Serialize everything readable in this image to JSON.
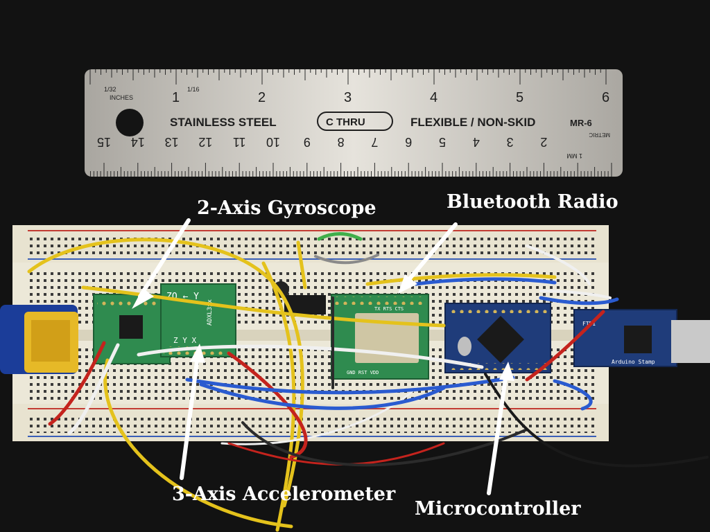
{
  "labels": {
    "gyroscope": "2-Axis Gyroscope",
    "bluetooth": "Bluetooth Radio",
    "accelerometer": "3-Axis Accelerometer",
    "microcontroller": "Microcontroller"
  },
  "ruler": {
    "brand_left": "STAINLESS STEEL",
    "logo": "C THRU",
    "brand_right": "FLEXIBLE / NON-SKID",
    "model": "MR-6",
    "metric": "METRIC",
    "inches": "INCHES",
    "fraction_32": "1/32",
    "fraction_16": "1/16",
    "mm": "1 MM",
    "inch_numbers": [
      "1",
      "2",
      "3",
      "4",
      "5",
      "6"
    ],
    "cm_numbers": [
      "15",
      "14",
      "13",
      "12",
      "11",
      "10",
      "9",
      "8",
      "7",
      "6",
      "5",
      "4",
      "3",
      "2"
    ]
  },
  "boards": {
    "gyro_silk": "ZO ← Y",
    "accel_silk": "ADXL3xx",
    "accel_axes": "Z Y X",
    "bt_silk": "TX RTS CTS",
    "bt_pins": "GND RST VDD",
    "usb_silk": "Arduino Stamp",
    "usb_pins": "FTDI"
  },
  "colors": {
    "background": "#121212",
    "ruler": "#bdbab3",
    "breadboard": "#ece8d8",
    "pcb_green": "#2f8b4f",
    "pcb_blue": "#1f3c7a",
    "wire_yellow": "#e4c21c",
    "wire_red": "#c4231d",
    "wire_blue": "#2a5bd0",
    "wire_white": "#f0f0f0"
  }
}
